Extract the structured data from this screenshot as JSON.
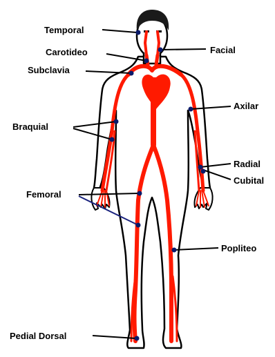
{
  "colors": {
    "artery": "#ff1a00",
    "outline": "#000000",
    "hair": "#1a1a1a",
    "pointer_dark": "#000000",
    "pointer_blue": "#1a237e",
    "pulse_dot": "#0a1a6a",
    "background": "#ffffff"
  },
  "labels": {
    "temporal": "Temporal",
    "carotideo": "Carotideo",
    "subclavia": "Subclavia",
    "facial": "Facial",
    "axilar": "Axilar",
    "braquial": "Braquial",
    "radial": "Radial",
    "cubital": "Cubital",
    "femoral": "Femoral",
    "popliteo": "Popliteo",
    "pedial_dorsal": "Pedial Dorsal"
  }
}
